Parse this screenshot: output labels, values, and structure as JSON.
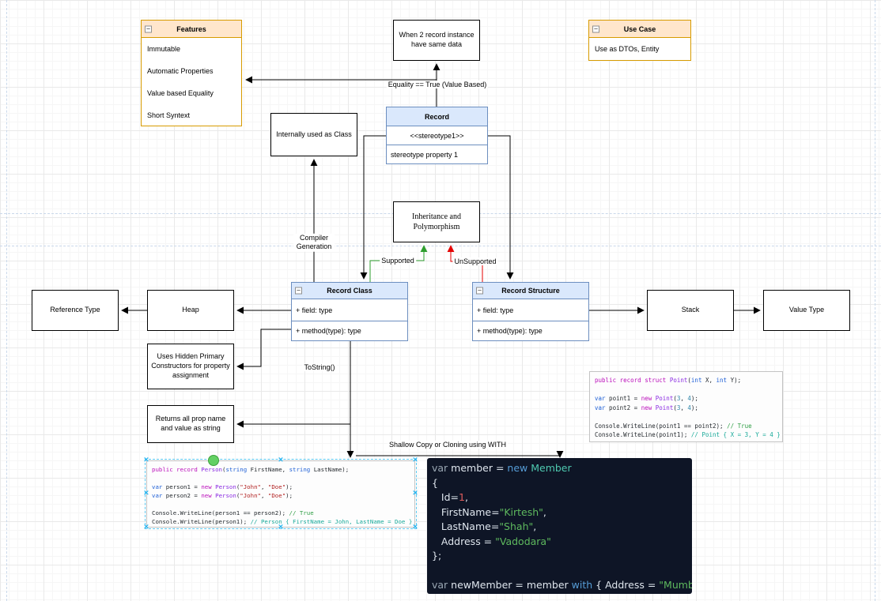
{
  "icons": {
    "collapse": "−"
  },
  "colors": {
    "list_header_orange_bg": "#ffe6cc",
    "list_border_orange": "#d79b00",
    "uml_header_blue_bg": "#dae8fc",
    "uml_border_blue": "#6c8ebf",
    "supported_edge": "#2e9e2e",
    "unsupported_edge": "#e60000",
    "dark_code_bg": "#0e1526",
    "selection_handle": "#29b6f2",
    "connection_point": "#63d063"
  },
  "boxes": {
    "features": {
      "title": "Features",
      "items": [
        "Immutable",
        "Automatic Properties",
        "Value based Equality",
        "Short Syntext"
      ]
    },
    "use_case": {
      "title": "Use Case",
      "items": [
        "Use as DTOs, Entity"
      ]
    },
    "when_two": {
      "text": "When 2 record instance have same data"
    },
    "record": {
      "title": "Record",
      "rows": [
        "<<stereotype1>>",
        "stereotype property 1"
      ]
    },
    "internally": {
      "text": "Internally used as Class"
    },
    "inheritance": {
      "text": "Inheritance and Polymorphism"
    },
    "record_class": {
      "title": "Record Class",
      "rows": [
        "+ field: type",
        "+ method(type): type"
      ]
    },
    "record_structure": {
      "title": "Record Structure",
      "rows": [
        "+ field: type",
        "+ method(type): type"
      ]
    },
    "reference_type": {
      "text": "Reference Type"
    },
    "heap": {
      "text": "Heap"
    },
    "stack": {
      "text": "Stack"
    },
    "value_type": {
      "text": "Value Type"
    },
    "uses_hidden": {
      "text": "Uses Hidden Primary Constructors for property assignment"
    },
    "returns_all": {
      "text": "Returns all prop name and value as string"
    }
  },
  "labels": {
    "equality": "Equality == True (Value Based)",
    "compiler": "Compiler Generation",
    "supported": "Supported",
    "unsupported": "UnSupported",
    "tostring": "ToString()",
    "shallow": "Shallow Copy or Cloning using WITH"
  },
  "code": {
    "person": {
      "lines": [
        [
          {
            "t": "public record ",
            "c": "kw"
          },
          {
            "t": "Person",
            "c": "type"
          },
          {
            "t": "(",
            "c": "pln"
          },
          {
            "t": "string",
            "c": "tblue"
          },
          {
            "t": " FirstName, ",
            "c": "pln"
          },
          {
            "t": "string",
            "c": "tblue"
          },
          {
            "t": " LastName);",
            "c": "pln"
          }
        ],
        [],
        [
          {
            "t": "var",
            "c": "tblue"
          },
          {
            "t": " person1 = ",
            "c": "pln"
          },
          {
            "t": "new",
            "c": "kw"
          },
          {
            "t": " ",
            "c": "pln"
          },
          {
            "t": "Person",
            "c": "type"
          },
          {
            "t": "(",
            "c": "pln"
          },
          {
            "t": "\"John\"",
            "c": "str"
          },
          {
            "t": ", ",
            "c": "pln"
          },
          {
            "t": "\"Doe\"",
            "c": "str"
          },
          {
            "t": ");",
            "c": "pln"
          }
        ],
        [
          {
            "t": "var",
            "c": "tblue"
          },
          {
            "t": " person2 = ",
            "c": "pln"
          },
          {
            "t": "new",
            "c": "kw"
          },
          {
            "t": " ",
            "c": "pln"
          },
          {
            "t": "Person",
            "c": "type"
          },
          {
            "t": "(",
            "c": "pln"
          },
          {
            "t": "\"John\"",
            "c": "str"
          },
          {
            "t": ", ",
            "c": "pln"
          },
          {
            "t": "\"Doe\"",
            "c": "str"
          },
          {
            "t": ");",
            "c": "pln"
          }
        ],
        [],
        [
          {
            "t": "Console.WriteLine(person1 == person2); ",
            "c": "pln"
          },
          {
            "t": "// True",
            "c": "cmt"
          }
        ],
        [
          {
            "t": "Console.WriteLine(person1); ",
            "c": "pln"
          },
          {
            "t": "// Person { FirstName = John, LastName = Doe }",
            "c": "cmt2"
          }
        ]
      ]
    },
    "point": {
      "lines": [
        [
          {
            "t": "public record struct ",
            "c": "kw"
          },
          {
            "t": "Point",
            "c": "type"
          },
          {
            "t": "(",
            "c": "pln"
          },
          {
            "t": "int",
            "c": "tblue"
          },
          {
            "t": " X, ",
            "c": "pln"
          },
          {
            "t": "int",
            "c": "tblue"
          },
          {
            "t": " Y);",
            "c": "pln"
          }
        ],
        [],
        [
          {
            "t": "var",
            "c": "tblue"
          },
          {
            "t": " point1 = ",
            "c": "pln"
          },
          {
            "t": "new",
            "c": "kw"
          },
          {
            "t": " ",
            "c": "pln"
          },
          {
            "t": "Point",
            "c": "type"
          },
          {
            "t": "(",
            "c": "pln"
          },
          {
            "t": "3",
            "c": "num"
          },
          {
            "t": ", ",
            "c": "pln"
          },
          {
            "t": "4",
            "c": "num"
          },
          {
            "t": ");",
            "c": "pln"
          }
        ],
        [
          {
            "t": "var",
            "c": "tblue"
          },
          {
            "t": " point2 = ",
            "c": "pln"
          },
          {
            "t": "new",
            "c": "kw"
          },
          {
            "t": " ",
            "c": "pln"
          },
          {
            "t": "Point",
            "c": "type"
          },
          {
            "t": "(",
            "c": "pln"
          },
          {
            "t": "3",
            "c": "num"
          },
          {
            "t": ", ",
            "c": "pln"
          },
          {
            "t": "4",
            "c": "num"
          },
          {
            "t": ");",
            "c": "pln"
          }
        ],
        [],
        [
          {
            "t": "Console.WriteLine(point1 == point2); ",
            "c": "pln"
          },
          {
            "t": "// True",
            "c": "cmt"
          }
        ],
        [
          {
            "t": "Console.WriteLine(point1); ",
            "c": "pln"
          },
          {
            "t": "// Point { X = 3, Y = 4 }",
            "c": "cmt2"
          }
        ]
      ]
    },
    "member": {
      "lines": [
        [
          {
            "t": "var ",
            "c": "ddim"
          },
          {
            "t": "member = ",
            "c": "dpln"
          },
          {
            "t": "new ",
            "c": "dkw"
          },
          {
            "t": "Member",
            "c": "dtype"
          }
        ],
        [
          {
            "t": "{",
            "c": "dpln"
          }
        ],
        [
          {
            "t": "   Id=",
            "c": "dpln"
          },
          {
            "t": "1",
            "c": "dnum"
          },
          {
            "t": ",",
            "c": "dpln"
          }
        ],
        [
          {
            "t": "   FirstName=",
            "c": "dpln"
          },
          {
            "t": "\"Kirtesh\"",
            "c": "dstr"
          },
          {
            "t": ",",
            "c": "dpln"
          }
        ],
        [
          {
            "t": "   LastName=",
            "c": "dpln"
          },
          {
            "t": "\"Shah\"",
            "c": "dstr"
          },
          {
            "t": ",",
            "c": "dpln"
          }
        ],
        [
          {
            "t": "   Address = ",
            "c": "dpln"
          },
          {
            "t": "\"Vadodara\"",
            "c": "dstr"
          }
        ],
        [
          {
            "t": "};",
            "c": "dpln"
          }
        ],
        [],
        [
          {
            "t": "var ",
            "c": "ddim"
          },
          {
            "t": "newMember = member ",
            "c": "dpln"
          },
          {
            "t": "with",
            "c": "dkw"
          },
          {
            "t": " { Address = ",
            "c": "dpln"
          },
          {
            "t": "\"Mumbai\"",
            "c": "dstr"
          },
          {
            "t": " };",
            "c": "dpln"
          }
        ]
      ]
    }
  }
}
